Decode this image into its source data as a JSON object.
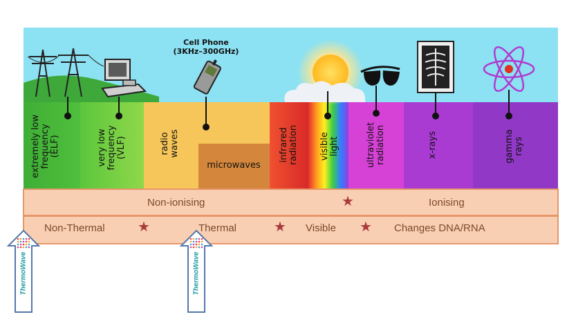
{
  "colors": {
    "sky": "#8ce1f2",
    "band_bg": "#f9cfb3",
    "band_border": "#e6966a",
    "band_text": "#7a4a2a",
    "star": "#a83b3b",
    "arrow_text": "#1a9aa0"
  },
  "spectrum": [
    {
      "key": "elf",
      "label": "extremely low\nfrequency\n(ELF)",
      "color": "#4fb83a"
    },
    {
      "key": "vlf",
      "label": "very low\nfrequency\n(VLF)",
      "color": "#78d040"
    },
    {
      "key": "radio",
      "label": "radio\nwaves",
      "color": "#f7c65a"
    },
    {
      "key": "microwave",
      "label": "microwaves",
      "color": "#d4873c"
    },
    {
      "key": "infrared",
      "label": "infrared\nradiation",
      "color": "#e8402e"
    },
    {
      "key": "visible",
      "label": "visible\nlight",
      "color": "#ffffff"
    },
    {
      "key": "uv",
      "label": "ultraviolet\nradiation",
      "color": "#d641d6"
    },
    {
      "key": "xray",
      "label": "x-rays",
      "color": "#a93bd3"
    },
    {
      "key": "gamma",
      "label": "gamma\nrays",
      "color": "#9138c7"
    }
  ],
  "cell_phone": {
    "title": "Cell Phone",
    "range": "(3KHz–300GHz)"
  },
  "band_row1": {
    "left": "Non-ionising",
    "right": "Ionising"
  },
  "band_row2": [
    "Non-Thermal",
    "Thermal",
    "Visible",
    "Changes DNA/RNA"
  ],
  "markers": [
    {
      "label": "ThermoWave"
    },
    {
      "label": "ThermoWave"
    }
  ],
  "icons": [
    "power-tower-icon",
    "computer-icon",
    "cell-phone-icon",
    "sun-icon",
    "sunglasses-icon",
    "xray-icon",
    "atom-icon"
  ]
}
